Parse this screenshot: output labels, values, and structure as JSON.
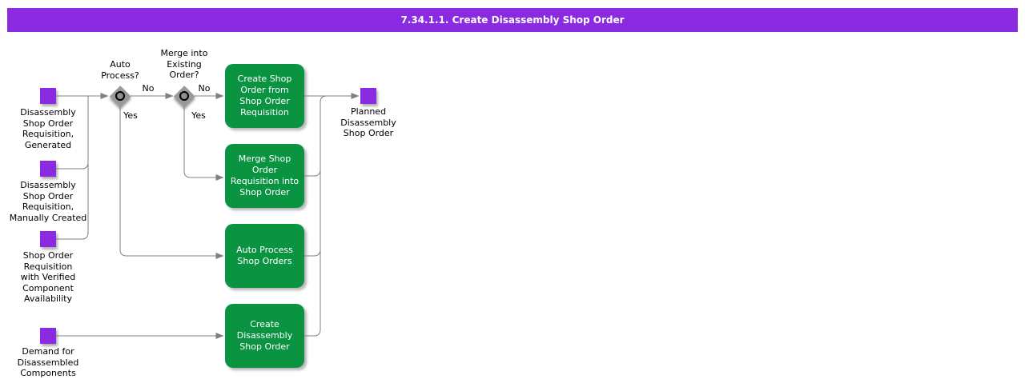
{
  "title_bar": {
    "text": "7.34.1.1. Create Disassembly Shop Order",
    "background_color": "#8A2BE2",
    "text_color": "#FFFFFF"
  },
  "colors": {
    "input_output_node": "#8A2BE2",
    "process_box": "#0A9442",
    "decision_diamond": "#999999",
    "connector_line": "#808080",
    "label_text": "#000000"
  },
  "inputs": [
    {
      "label": "Disassembly\nShop Order\nRequisition,\nGenerated"
    },
    {
      "label": "Disassembly\nShop Order\nRequisition,\nManually Created"
    },
    {
      "label": "Shop Order\nRequisition\nwith Verified\nComponent\nAvailability"
    },
    {
      "label": "Demand for\nDisassembled\nComponents"
    }
  ],
  "decisions": [
    {
      "label": "Auto\nProcess?",
      "no_label": "No",
      "yes_label": "Yes"
    },
    {
      "label": "Merge into\nExisting\nOrder?",
      "no_label": "No",
      "yes_label": "Yes"
    }
  ],
  "processes": [
    {
      "label": "Create Shop\nOrder from\nShop Order\nRequisition"
    },
    {
      "label": "Merge Shop\nOrder\nRequisition into\nShop Order"
    },
    {
      "label": "Auto Process\nShop Orders"
    },
    {
      "label": "Create\nDisassembly\nShop Order"
    }
  ],
  "output": {
    "label": "Planned\nDisassembly\nShop Order"
  }
}
